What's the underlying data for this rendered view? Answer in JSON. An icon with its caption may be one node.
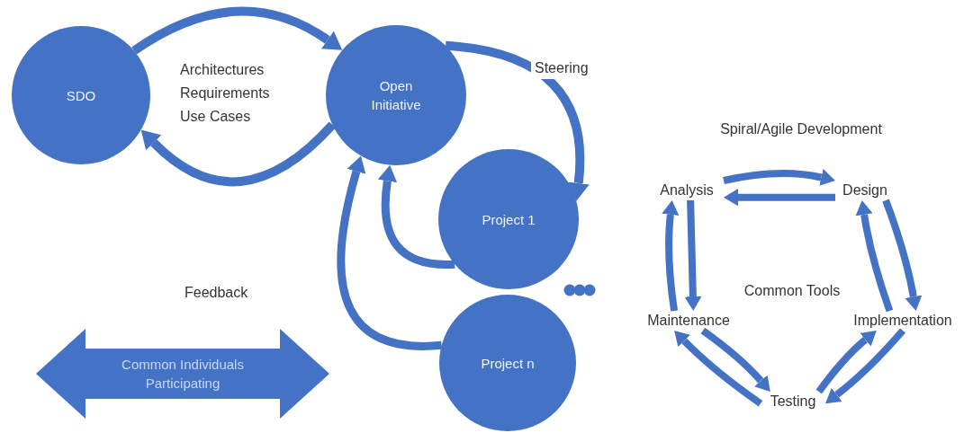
{
  "diagram": {
    "nodes": [
      {
        "text": [
          "SDO"
        ]
      },
      {
        "text": [
          "Open Initiative"
        ]
      },
      {
        "text": [
          "Project 1"
        ]
      },
      {
        "text": [
          "Project n"
        ]
      },
      {
        "text": [
          "Common Individuals Participating"
        ]
      },
      {
        "text": [
          "Analysis"
        ]
      },
      {
        "text": [
          "Design"
        ]
      },
      {
        "text": [
          "Implementation"
        ]
      },
      {
        "text": [
          "Testing"
        ]
      },
      {
        "text": [
          "Maintenance"
        ]
      }
    ],
    "edges": [
      {
        "from": 0,
        "to": 1,
        "arrow": "to"
      },
      {
        "from": 1,
        "to": 0,
        "arrow": "to"
      },
      {
        "from": 1,
        "to": 2,
        "arrow": "to",
        "label": "Steering"
      },
      {
        "from": 2,
        "to": 1,
        "arrow": "to"
      },
      {
        "from": 3,
        "to": 1,
        "arrow": "to"
      },
      {
        "from": 5,
        "to": 6,
        "arrow": "to"
      },
      {
        "from": 6,
        "to": 5,
        "arrow": "to"
      },
      {
        "from": 6,
        "to": 7,
        "arrow": "to"
      },
      {
        "from": 7,
        "to": 6,
        "arrow": "to"
      },
      {
        "from": 8,
        "to": 7,
        "arrow": "to"
      },
      {
        "from": 7,
        "to": 8,
        "arrow": "to"
      },
      {
        "from": 9,
        "to": 8,
        "arrow": "to"
      },
      {
        "from": 8,
        "to": 9,
        "arrow": "to"
      },
      {
        "from": 9,
        "to": 5,
        "arrow": "to"
      },
      {
        "from": 5,
        "to": 9,
        "arrow": "to"
      }
    ],
    "labels": [
      "Architectures",
      "Requirements",
      "Use Cases",
      "Spiral/Agile Development",
      "Feedback",
      "Common Tools"
    ]
  }
}
